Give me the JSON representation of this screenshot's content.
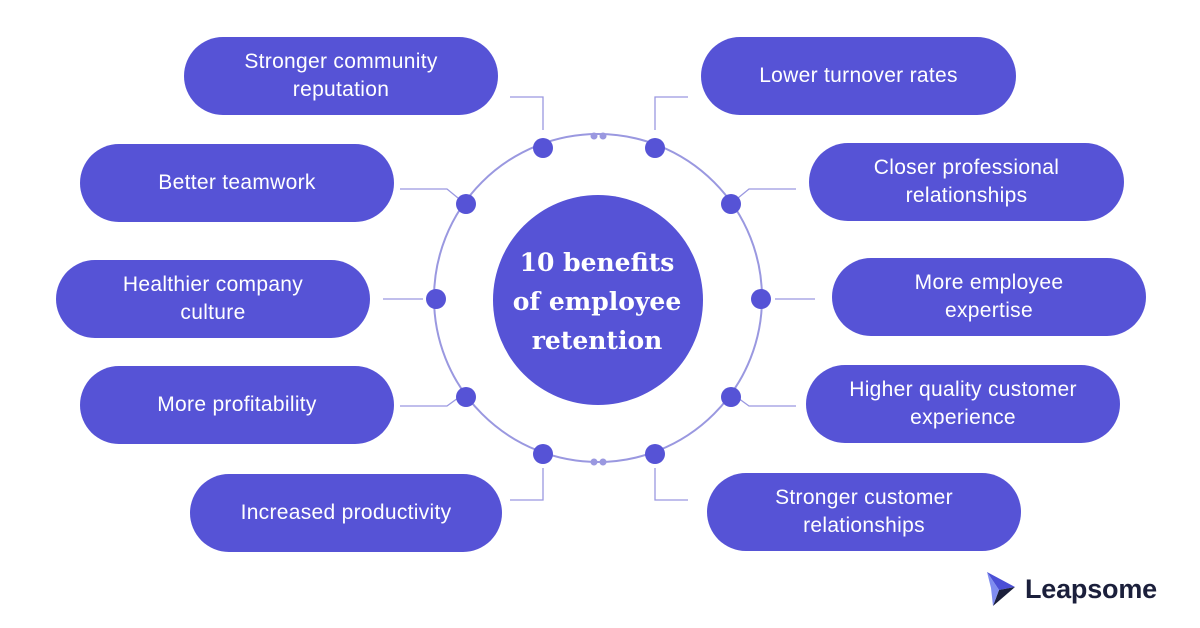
{
  "title": "10 benefits\nof employee\nretention",
  "benefits_left": [
    "Stronger community reputation",
    "Better teamwork",
    "Healthier company culture",
    "More profitability",
    "Increased productivity"
  ],
  "benefits_right": [
    "Lower turnover rates",
    "Closer professional relationships",
    "More employee expertise",
    "Higher quality customer experience",
    "Stronger customer relationships"
  ],
  "brand": "Leapsome",
  "colors": {
    "accent": "#5653d6",
    "line": "#9a98e0",
    "text_on_accent": "#ffffff",
    "logo_dark": "#1b1f3b"
  }
}
